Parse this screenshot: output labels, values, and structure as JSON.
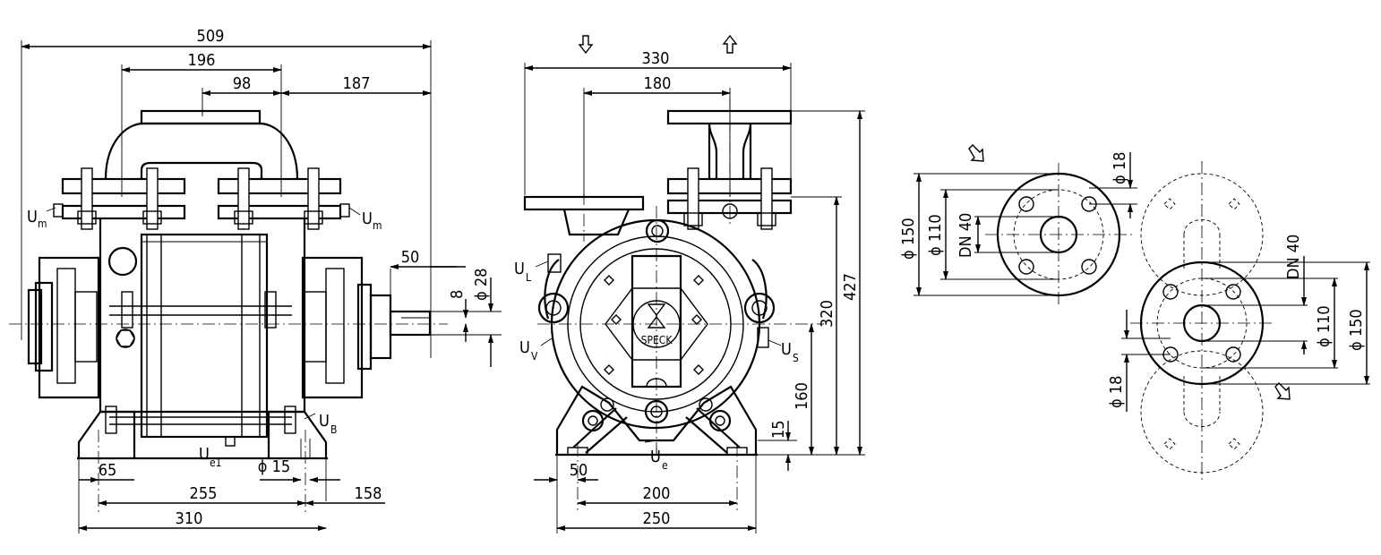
{
  "side_view": {
    "dims": {
      "overall_length": "509",
      "port_spacing": "196",
      "half_port": "98",
      "shaft_offset": "187",
      "shaft_length": "50",
      "shaft_diameter": "ϕ 28",
      "keyway": "8",
      "foot_left": "65",
      "foot_holes": "255",
      "foot_total": "310",
      "foot_right": "158",
      "hole_diameter": "ϕ 15"
    },
    "labels": {
      "um_left": "U",
      "um_left_sub": "m",
      "um_right": "U",
      "um_right_sub": "m",
      "ub": "U",
      "ub_sub": "B",
      "ue1": "U",
      "ue1_sub": "e1"
    }
  },
  "front_view": {
    "dims": {
      "width": "330",
      "port_center": "180",
      "height_total": "427",
      "shaft_height": "320",
      "foot_height": "160",
      "foot_thickness": "15",
      "foot_edge": "50",
      "foot_holes": "200",
      "foot_total": "250"
    },
    "labels": {
      "ul": "U",
      "ul_sub": "L",
      "uv": "U",
      "uv_sub": "V",
      "us": "U",
      "us_sub": "S",
      "ue": "U",
      "ue_sub": "e",
      "brand": "SPECK"
    }
  },
  "flange_views": {
    "inlet": {
      "outer": "ϕ 150",
      "bolt_circle": "ϕ 110",
      "nominal": "DN 40",
      "hole": "ϕ 18"
    },
    "outlet": {
      "outer": "ϕ 150",
      "bolt_circle": "ϕ 110",
      "nominal": "DN 40",
      "hole": "ϕ 18"
    }
  },
  "icons": [
    "arrow-down-icon",
    "arrow-up-icon",
    "arrow-diagonal-in-icon",
    "arrow-diagonal-out-icon"
  ]
}
